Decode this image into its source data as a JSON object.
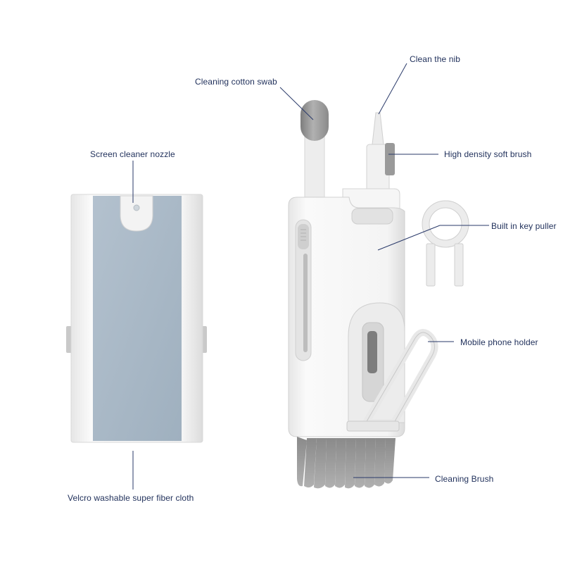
{
  "labels": {
    "clean_nib": "Clean the nib",
    "cotton_swab": "Cleaning cotton swab",
    "nozzle": "Screen cleaner nozzle",
    "soft_brush": "High density soft brush",
    "key_puller": "Built in key puller",
    "phone_holder": "Mobile phone holder",
    "cleaning_brush": "Cleaning Brush",
    "velcro_cloth": "Velcro washable super fiber cloth"
  },
  "colors": {
    "label_text": "#1f2f5a",
    "leader_line": "#2a3a6a",
    "body_white": "#f2f2f2",
    "cloth_blue": "#a9b8c6",
    "bristle_gray": "#8c8c8c",
    "swab_gray": "#9a9a9a"
  }
}
